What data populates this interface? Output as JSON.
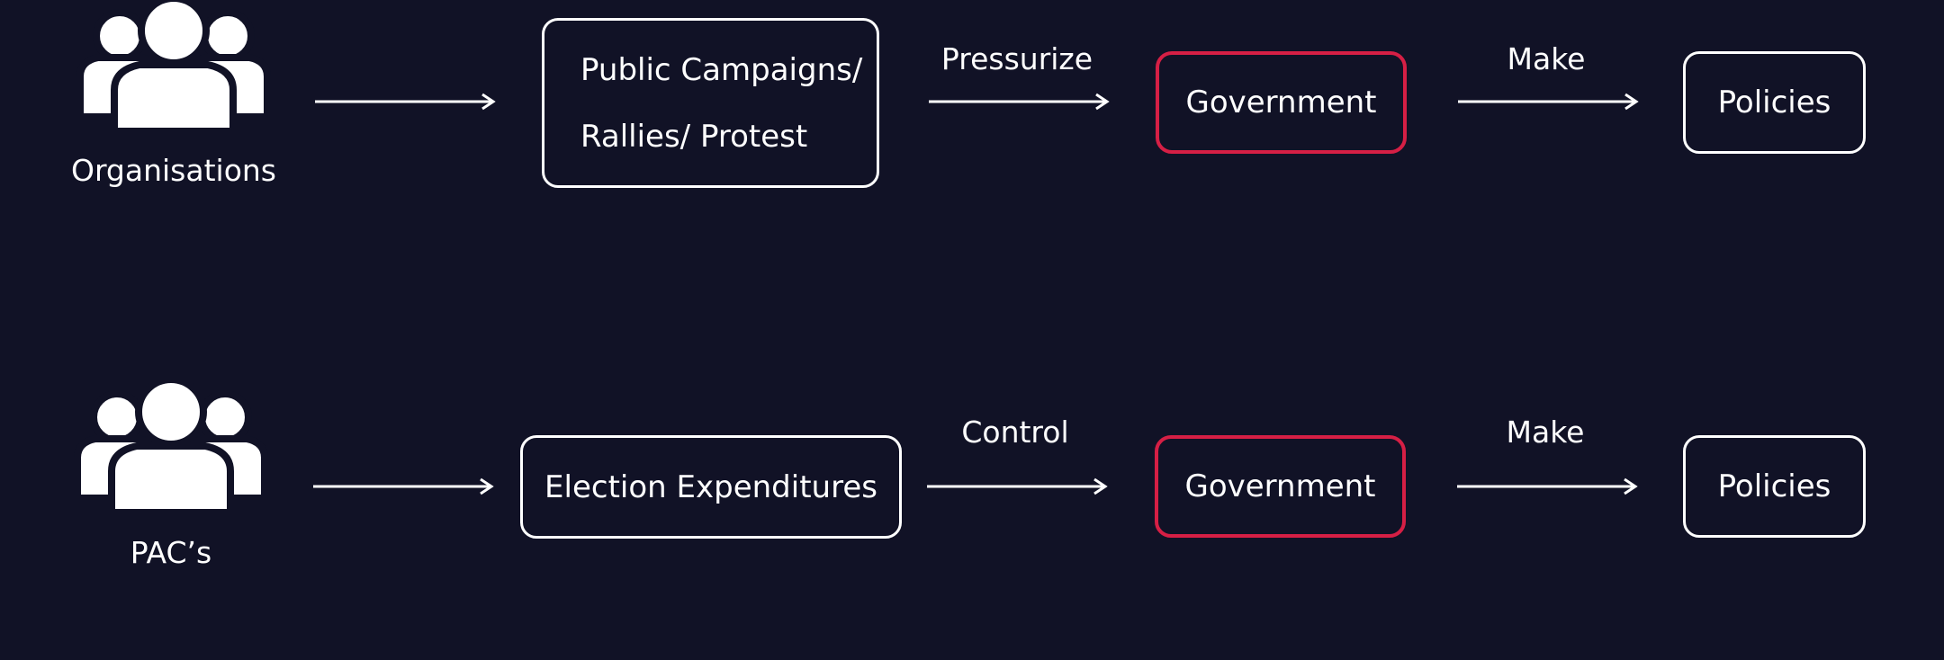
{
  "colors": {
    "background": "#111226",
    "foreground": "#ffffff",
    "highlight": "#d61f45"
  },
  "rows": [
    {
      "actor": {
        "label": "Organisations",
        "icon": "group-of-people-icon"
      },
      "means": {
        "lines": [
          "Public Campaigns/",
          "Rallies/ Protest"
        ]
      },
      "edge1": "Pressurize",
      "target": "Government",
      "edge2": "Make",
      "result": "Policies"
    },
    {
      "actor": {
        "label": "PAC’s",
        "icon": "group-of-people-icon"
      },
      "means": {
        "lines": [
          "Election Expenditures"
        ]
      },
      "edge1": "Control",
      "target": "Government",
      "edge2": "Make",
      "result": "Policies"
    }
  ]
}
